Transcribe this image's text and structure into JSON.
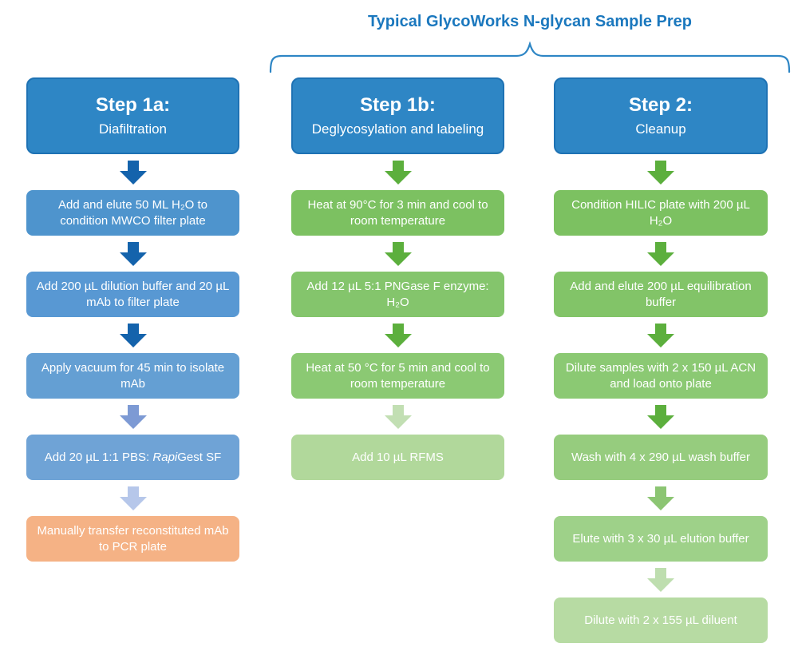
{
  "title": "Typical GlycoWorks N-glycan Sample Prep",
  "colors": {
    "title_blue": "#1B78BE",
    "brace_blue": "#2E86C5",
    "header_fill": "#2E86C5",
    "header_border": "#1E72B4",
    "box_text": "#FFFFFF",
    "arrow_dark_blue": "#1463AC",
    "arrow_medium_blue": "#7D9AD4",
    "arrow_light_blue": "#B6C7EA",
    "arrow_green": "#5CAF3D",
    "arrow_medium_green": "#8CC573",
    "arrow_light_green": "#BEDEAF",
    "orange_box": "#F5B285"
  },
  "columns": [
    {
      "id": "step-1a",
      "header": {
        "title": "Step 1a:",
        "subtitle": "Diafiltration"
      },
      "steps": [
        {
          "text": "Add and elute 50 ML H₂O to condition MWCO filter plate",
          "fill": "#4E94CD",
          "arrow": "#1463AC"
        },
        {
          "text": "Add 200 µL dilution buffer and 20 µL mAb to filter plate",
          "fill": "#5898D3",
          "arrow": "#1463AC"
        },
        {
          "text": "Apply vacuum for 45 min to isolate mAb",
          "fill": "#649FD3",
          "arrow": "#1463AC"
        },
        {
          "segments": [
            {
              "t": "Add 20 µL 1:1 PBS: "
            },
            {
              "t": "Rapi",
              "italic": true
            },
            {
              "t": "Gest SF"
            }
          ],
          "fill": "#6FA3D6",
          "arrow": "#7D9AD4"
        },
        {
          "text": "Manually transfer reconstituted mAb to PCR plate",
          "fill": "#F5B285",
          "arrow": "#B6C7EA"
        }
      ]
    },
    {
      "id": "step-1b",
      "header": {
        "title": "Step 1b:",
        "subtitle": "Deglycosylation and labeling"
      },
      "steps": [
        {
          "text": "Heat at 90°C for 3 min and cool to room temperature",
          "fill": "#7CC161",
          "arrow": "#5CAF3D"
        },
        {
          "text": "Add 12 µL 5:1 PNGase F enzyme: H₂O",
          "fill": "#84C56C",
          "arrow": "#5CAF3D"
        },
        {
          "text": "Heat at 50 °C for 5 min and cool to room temperature",
          "fill": "#8BC973",
          "arrow": "#5CAF3D"
        },
        {
          "text": "Add 10 µL RFMS",
          "fill": "#B1D89B",
          "arrow": "#C2DFB3"
        }
      ]
    },
    {
      "id": "step-2",
      "header": {
        "title": "Step 2:",
        "subtitle": "Cleanup"
      },
      "steps": [
        {
          "text": "Condition HILIC plate with 200 µL H₂O",
          "fill": "#7CC161",
          "arrow": "#5CAF3D"
        },
        {
          "text": "Add and elute 200 µL equilibration buffer",
          "fill": "#82C468",
          "arrow": "#5CAF3D"
        },
        {
          "text": "Dilute samples with 2 x 150 µL ACN and load onto plate",
          "fill": "#8BC973",
          "arrow": "#5CAF3D"
        },
        {
          "text": "Wash with 4 x 290 µL wash buffer",
          "fill": "#96CC7E",
          "arrow": "#5CAF3D"
        },
        {
          "text": "Elute with 3 x 30 µL elution buffer",
          "fill": "#9ED189",
          "arrow": "#8CC573"
        },
        {
          "text": "Dilute with 2 x 155 µL diluent",
          "fill": "#B7DBA3",
          "arrow": "#BEDEAF"
        }
      ]
    }
  ]
}
